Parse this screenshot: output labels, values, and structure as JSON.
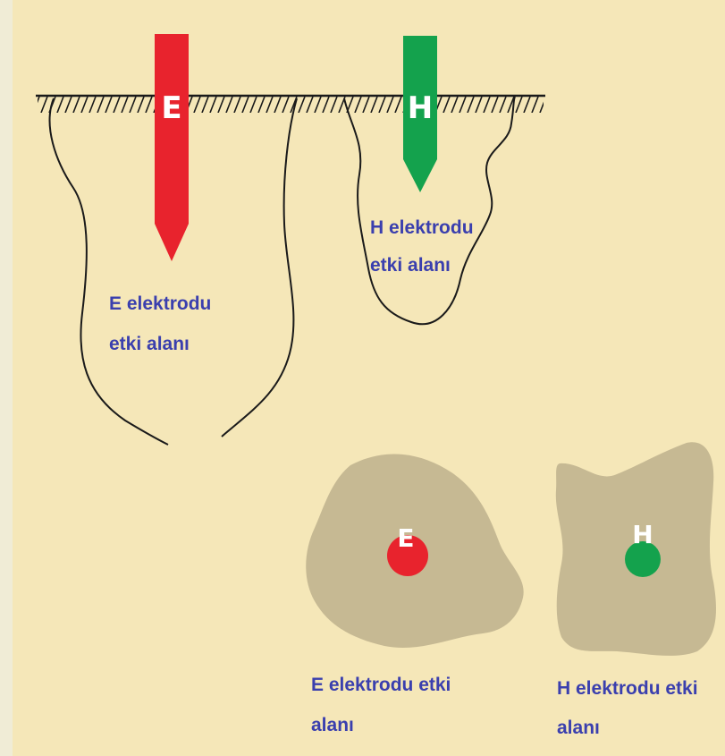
{
  "colors": {
    "background": "#f5e7b8",
    "page_margin": "#f0ecd6",
    "ground_line": "#1a1a1a",
    "electrode_e": "#e8232d",
    "electrode_h": "#14a24d",
    "soil_area": "#c6b993",
    "label_text": "#3a3fae"
  },
  "side_view": {
    "electrode_e": {
      "letter": "E",
      "label_line1": "E elektrodu",
      "label_line2": "etki alanı"
    },
    "electrode_h": {
      "letter": "H",
      "label_line1": "H elektrodu",
      "label_line2": "etki alanı"
    }
  },
  "top_view": {
    "electrode_e": {
      "letter": "E",
      "label_line1": "E elektrodu etki",
      "label_line2": "alanı"
    },
    "electrode_h": {
      "letter": "H",
      "label_line1": "H elektrodu etki",
      "label_line2": "alanı"
    }
  }
}
